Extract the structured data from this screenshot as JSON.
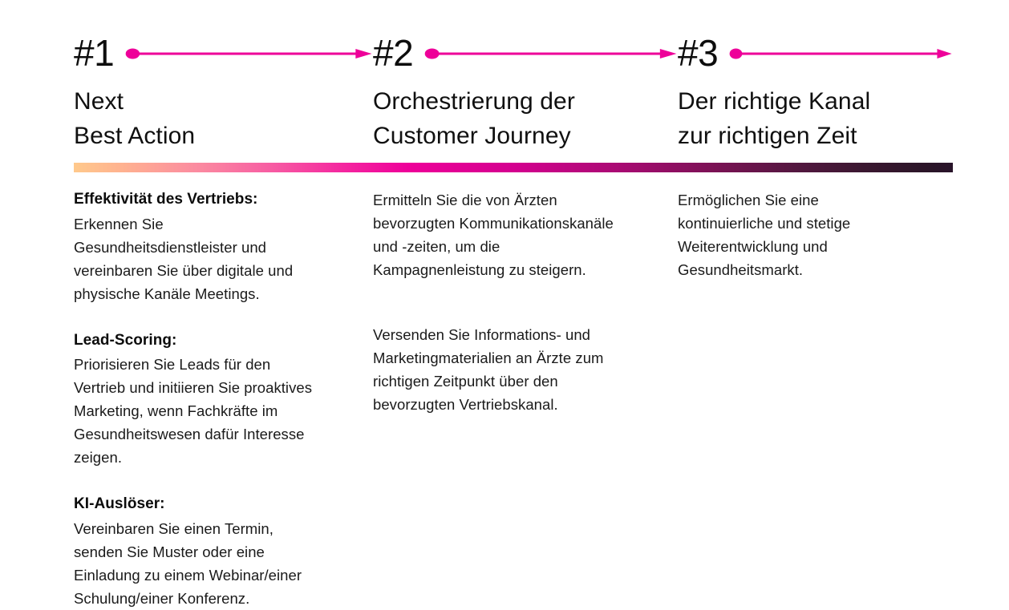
{
  "colors": {
    "accent_magenta": "#ee0099",
    "text_primary": "#101010",
    "gradient_start": "#ffc98c",
    "gradient_mid": "#ee0099",
    "gradient_end": "#29142a"
  },
  "steps": [
    {
      "number": "#1",
      "arrow_icon": "arrow-right-icon",
      "title": "Next\nBest Action"
    },
    {
      "number": "#2",
      "arrow_icon": "arrow-right-icon",
      "title": "Orchestrierung der\nCustomer Journey"
    },
    {
      "number": "#3",
      "arrow_icon": "arrow-right-icon",
      "title": "Der richtige Kanal\nzur richtigen Zeit"
    }
  ],
  "columns": [
    {
      "blocks": [
        {
          "title": "Effektivität des Vertriebs:",
          "text": "Erkennen Sie\nGesundheitsdienstleister und\nvereinbaren Sie über digitale und\nphysische Kanäle Meetings."
        },
        {
          "title": "Lead-Scoring:",
          "text": "Priorisieren Sie Leads für den\nVertrieb und initiieren Sie proaktives\nMarketing, wenn Fachkräfte im\nGesundheitswesen dafür Interesse\nzeigen."
        },
        {
          "title": "KI-Auslöser:",
          "text": "Vereinbaren Sie einen Termin,\nsenden Sie Muster oder eine\nEinladung zu einem Webinar/einer\nSchulung/einer Konferenz."
        }
      ]
    },
    {
      "blocks": [
        {
          "title": "",
          "text": "Ermitteln Sie die von Ärzten\nbevorzugten Kommunikationskanäle\nund -zeiten, um die\nKampagnenleistung zu steigern."
        },
        {
          "title": "",
          "text": "Versenden Sie Informations- und\nMarketingmaterialien an Ärzte zum\nrichtigen Zeitpunkt über den\nbevorzugten Vertriebskanal."
        }
      ]
    },
    {
      "blocks": [
        {
          "title": "",
          "text": "Ermöglichen Sie eine\nkontinuierliche und stetige\nWeiterentwicklung und\nGesundheitsmarkt."
        }
      ]
    }
  ]
}
